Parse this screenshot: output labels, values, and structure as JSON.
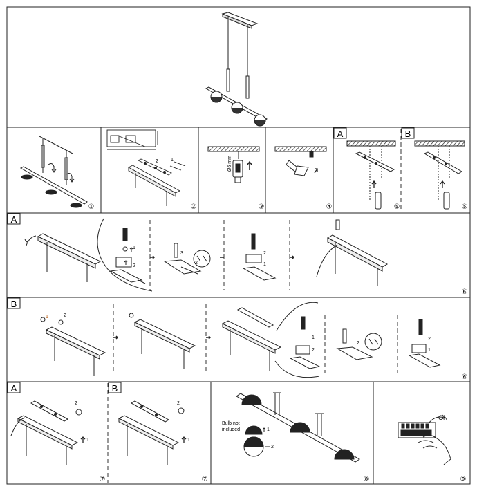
{
  "panels": {
    "step1": {
      "number": "①"
    },
    "step2": {
      "number": "②"
    },
    "step3": {
      "number": "③",
      "dim": "Ø6 mm"
    },
    "step4": {
      "number": "④"
    },
    "step5": {
      "letter": "A",
      "number": "⑤"
    },
    "step5b": {
      "letter": "B",
      "number": "⑤"
    },
    "step6a": {
      "letter": "A",
      "number": "⑥"
    },
    "step6b": {
      "letter": "B",
      "number": "⑥"
    },
    "step7a": {
      "letter": "A",
      "number": "⑦"
    },
    "step7b": {
      "letter": "B",
      "number": "⑦"
    },
    "step8": {
      "number": "⑧",
      "note_line1": "Bulb not",
      "note_line2": "included"
    },
    "step9": {
      "number": "⑨",
      "switch_label": "ON"
    }
  },
  "marks": {
    "one": "1",
    "two": "2",
    "three": "3"
  }
}
